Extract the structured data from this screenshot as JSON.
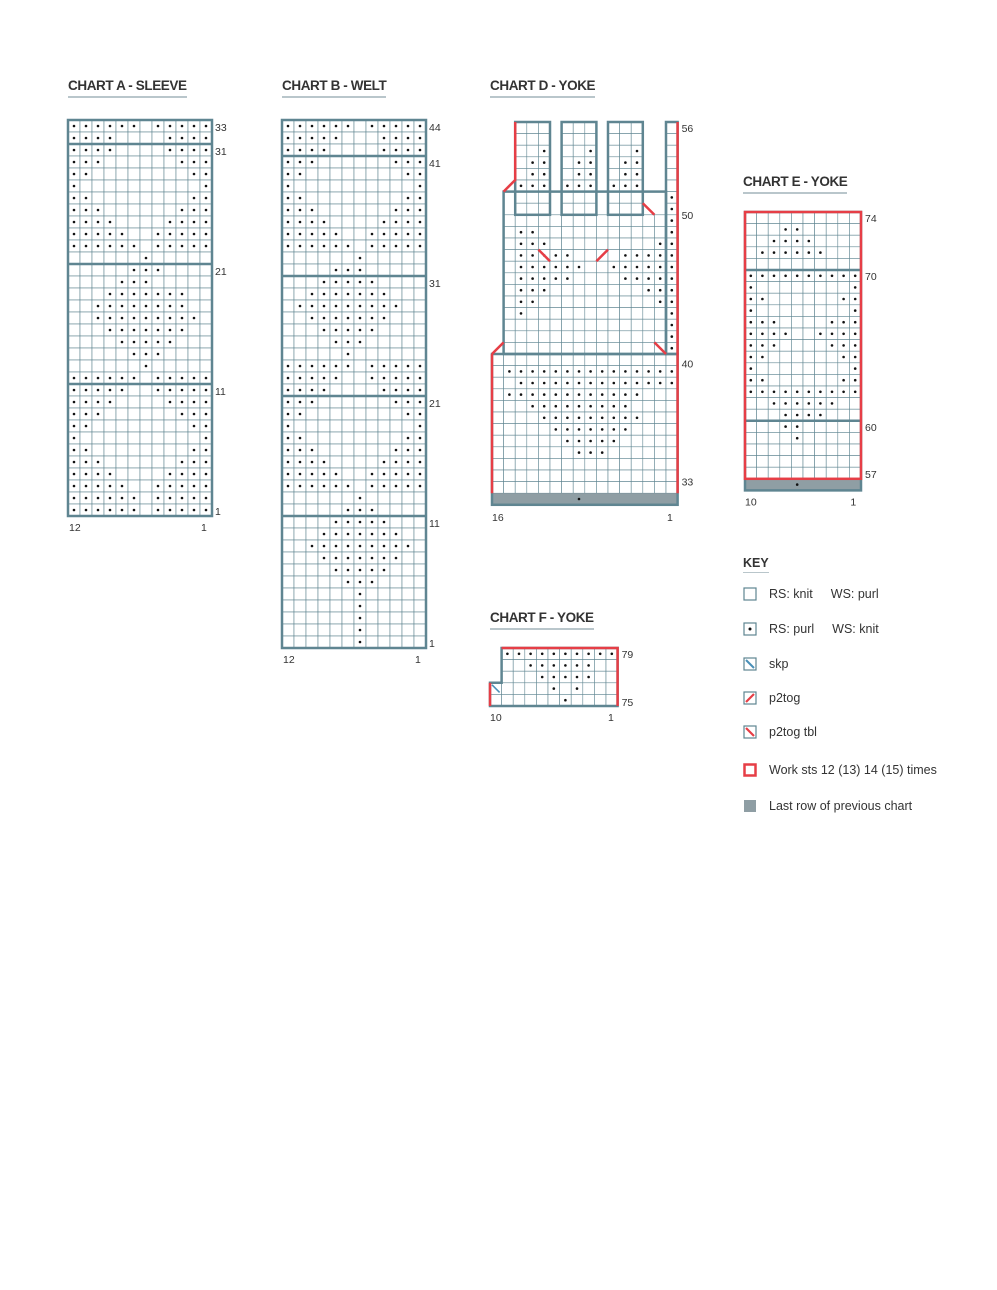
{
  "colors": {
    "grid": "#5f8591",
    "outline": "#5f8591",
    "repeat": "#e63e46",
    "prev_row": "#8f9ea4",
    "purl": "#111111",
    "text": "#333333"
  },
  "charts": [
    {
      "id": "A",
      "title": "CHART A - SLEEVE",
      "cols": 12,
      "rows": 33,
      "bands": [
        11,
        21,
        31
      ],
      "right_labels": [
        {
          "row": 33,
          "text": "33"
        },
        {
          "row": 31,
          "text": "31"
        },
        {
          "row": 21,
          "text": "21"
        },
        {
          "row": 11,
          "text": "11"
        },
        {
          "row": 1,
          "text": "1"
        }
      ],
      "bottom_labels": [
        {
          "col": 12,
          "text": "12"
        },
        {
          "col": 1,
          "text": "1"
        }
      ],
      "pattern": [
        "111111.11111",
        "1111....1111",
        "1111....1111",
        "111......111",
        "11........11",
        "1..........1",
        "11........11",
        "111......111",
        "1111....1111",
        "11111..11111",
        "111111.11111",
        "......1.....",
        ".....111....",
        "....111.....",
        "...1111111..",
        "..11111111..",
        "..111111111.",
        "...1111111..",
        "....11111...",
        ".....111....",
        "......1.....",
        "111111.11111",
        "11111..11111",
        "1111....1111",
        "111......111",
        "11........11",
        "1..........1",
        "11........11",
        "111......111",
        "1111....1111",
        "11111..11111",
        "111111.11111",
        "111111.11111"
      ]
    },
    {
      "id": "B",
      "title": "CHART B - WELT",
      "cols": 12,
      "rows": 44,
      "bands": [
        11,
        21,
        31,
        41
      ],
      "right_labels": [
        {
          "row": 44,
          "text": "44"
        },
        {
          "row": 41,
          "text": "41"
        },
        {
          "row": 31,
          "text": "31"
        },
        {
          "row": 21,
          "text": "21"
        },
        {
          "row": 11,
          "text": "11"
        },
        {
          "row": 1,
          "text": "1"
        }
      ],
      "bottom_labels": [
        {
          "col": 12,
          "text": "12"
        },
        {
          "col": 1,
          "text": "1"
        }
      ],
      "pattern": [
        "111111.11111",
        "11111...1111",
        "1111....1111",
        "111......111",
        "11........11",
        "1..........1",
        "11........11",
        "111......111",
        "1111....1111",
        "11111..11111",
        "111111.11111",
        "......1.....",
        "....111.....",
        "...11111....",
        "..1111111...",
        ".111111111..",
        "..1111111...",
        "...11111....",
        "....111.....",
        ".....1......",
        "111111.11111",
        "11111..11111",
        "1111....1111",
        "111......111",
        "11........11",
        "1..........1",
        "11........11",
        "111......111",
        "1111....1111",
        "11111..11111",
        "111111.11111",
        "......1.....",
        ".....111....",
        "....11111...",
        "...1111111..",
        "..111111111.",
        "...1111111..",
        "....11111...",
        ".....111....",
        "......1.....",
        "......1.....",
        "......1.....",
        "......1.....",
        "......1....."
      ]
    },
    {
      "id": "F",
      "title": "CHART F - YOKE",
      "cols": 10,
      "rows": 5,
      "bands": [],
      "right_labels": [
        {
          "row": 79,
          "text": "79"
        },
        {
          "row": 75,
          "text": "75"
        }
      ],
      "bottom_labels": [
        {
          "col": 10,
          "text": "10"
        },
        {
          "col": 1,
          "text": "1"
        }
      ],
      "pattern": [
        "1111111111",
        "..111111..",
        "...11111..",
        "....1.1...",
        ".....1...."
      ]
    }
  ],
  "chart_d": {
    "title": "CHART D - YOKE",
    "right_labels": [
      {
        "row": 56,
        "text": "56"
      },
      {
        "row": 50,
        "text": "50"
      },
      {
        "row": 40,
        "text": "40"
      },
      {
        "row": 33,
        "text": "33"
      }
    ],
    "bottom_labels": [
      {
        "col": 16,
        "text": "16"
      },
      {
        "col": 1,
        "text": "1"
      }
    ]
  },
  "chart_e": {
    "title": "CHART E - YOKE",
    "right_labels": [
      {
        "row": 74,
        "text": "74"
      },
      {
        "row": 70,
        "text": "70"
      },
      {
        "row": 60,
        "text": "60"
      },
      {
        "row": 57,
        "text": "57"
      }
    ],
    "bottom_labels": [
      {
        "col": 10,
        "text": "10"
      },
      {
        "col": 1,
        "text": "1"
      }
    ]
  },
  "key": {
    "title": "KEY",
    "items": [
      {
        "symbol": "knit",
        "label": "RS: knit",
        "ws": "WS: purl"
      },
      {
        "symbol": "purl",
        "label": "RS: purl",
        "ws": "WS: knit"
      },
      {
        "symbol": "skp",
        "label": "skp",
        "ws": ""
      },
      {
        "symbol": "p2tog",
        "label": "p2tog",
        "ws": ""
      },
      {
        "symbol": "p2tog-tbl",
        "label": "p2tog tbl",
        "ws": ""
      },
      {
        "symbol": "repeat",
        "label": "Work sts 12 (13) 14 (15) times",
        "ws": ""
      },
      {
        "symbol": "prev-row",
        "label": "Last row of previous chart",
        "ws": ""
      }
    ]
  }
}
